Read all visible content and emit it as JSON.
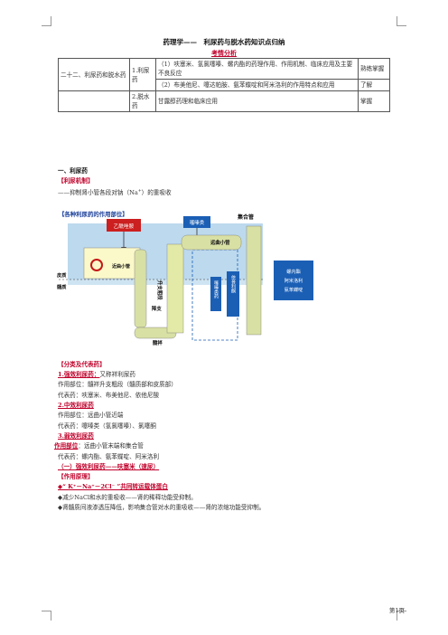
{
  "doc": {
    "title": "药理学——　利尿药与脱水药知识点归纳",
    "subtitle": "考情分析"
  },
  "table": {
    "chapter": "二十二、利尿药和脱水药",
    "rows": [
      {
        "sub": "1.利尿药",
        "content": "（1）呋塞米、氢氯噻嗪、螺内酯的药理作用、作用机制、临床应用及主要不良反应",
        "level": "熟练掌握"
      },
      {
        "sub": "",
        "content": "（2）布美他尼、噻达帕胺、氨苯蝶啶和阿米洛利的作用特点和应用",
        "level": "了解"
      },
      {
        "sub": "2.脱水药",
        "content": "甘露醇药理和临床应用",
        "level": "掌握"
      }
    ]
  },
  "section1": {
    "heading": "一、利尿药",
    "mech_label": "【利尿机制】",
    "mech_text_a": "——抑制肾小管各段对钠（Na",
    "mech_sup": "+",
    "mech_text_b": "）的重吸收"
  },
  "diagram": {
    "title": "【各种利尿药的作用部位】",
    "labels": {
      "acetazolamide": "乙酰唑胺",
      "loop_drugs": "噻嗪类",
      "collecting": "集合管",
      "distal": "远曲小管",
      "proximal": "近曲小管",
      "cortex": "皮质",
      "medulla": "髓质",
      "ascending": "升支粗段",
      "descending": "降支",
      "loop": "髓袢",
      "thiazide_v": "噻嗪类药",
      "spiro_v": "依普利酮",
      "amiloride": "螺内酯阿米洛利氨苯蝶啶"
    }
  },
  "classification": {
    "label": "【分类及代表药】",
    "strong_h": "1.强效利尿药：",
    "strong_alias": "又称袢利尿药",
    "strong_site": "作用部位：髓袢升支粗段（髓质部和皮质部）",
    "strong_rep": "代表药：呋塞米、布美他尼、依他尼酸",
    "medium_h": "2.中效利尿药",
    "medium_site": "作用部位：远曲小管近端",
    "medium_rep": "代表药：噻嗪类（氢氯噻嗪）、氯噻酮",
    "weak_h": "3.弱效利尿药",
    "weak_site_label": "作用部位",
    "weak_site": "：远曲小管末端和集合管",
    "weak_rep": "代表药：螺内酯、氨苯蝶啶、阿米洛利"
  },
  "furosemide": {
    "heading": "（一）强效利尿药——呋塞米（速尿）",
    "principle_label": "【作用原理】",
    "bullet1": "◆“ K⁺－Na⁺－2Cl⁻ ”共同转运载体蛋白",
    "bullet2": "◆减少NaCl和水的重吸收——肾的稀释功能受抑制。",
    "bullet3": "◆肾髓质间液渗透压降低，影响集合管对水的重吸收——肾的浓缩功能受抑制。"
  },
  "footer": {
    "page": "第1页"
  }
}
